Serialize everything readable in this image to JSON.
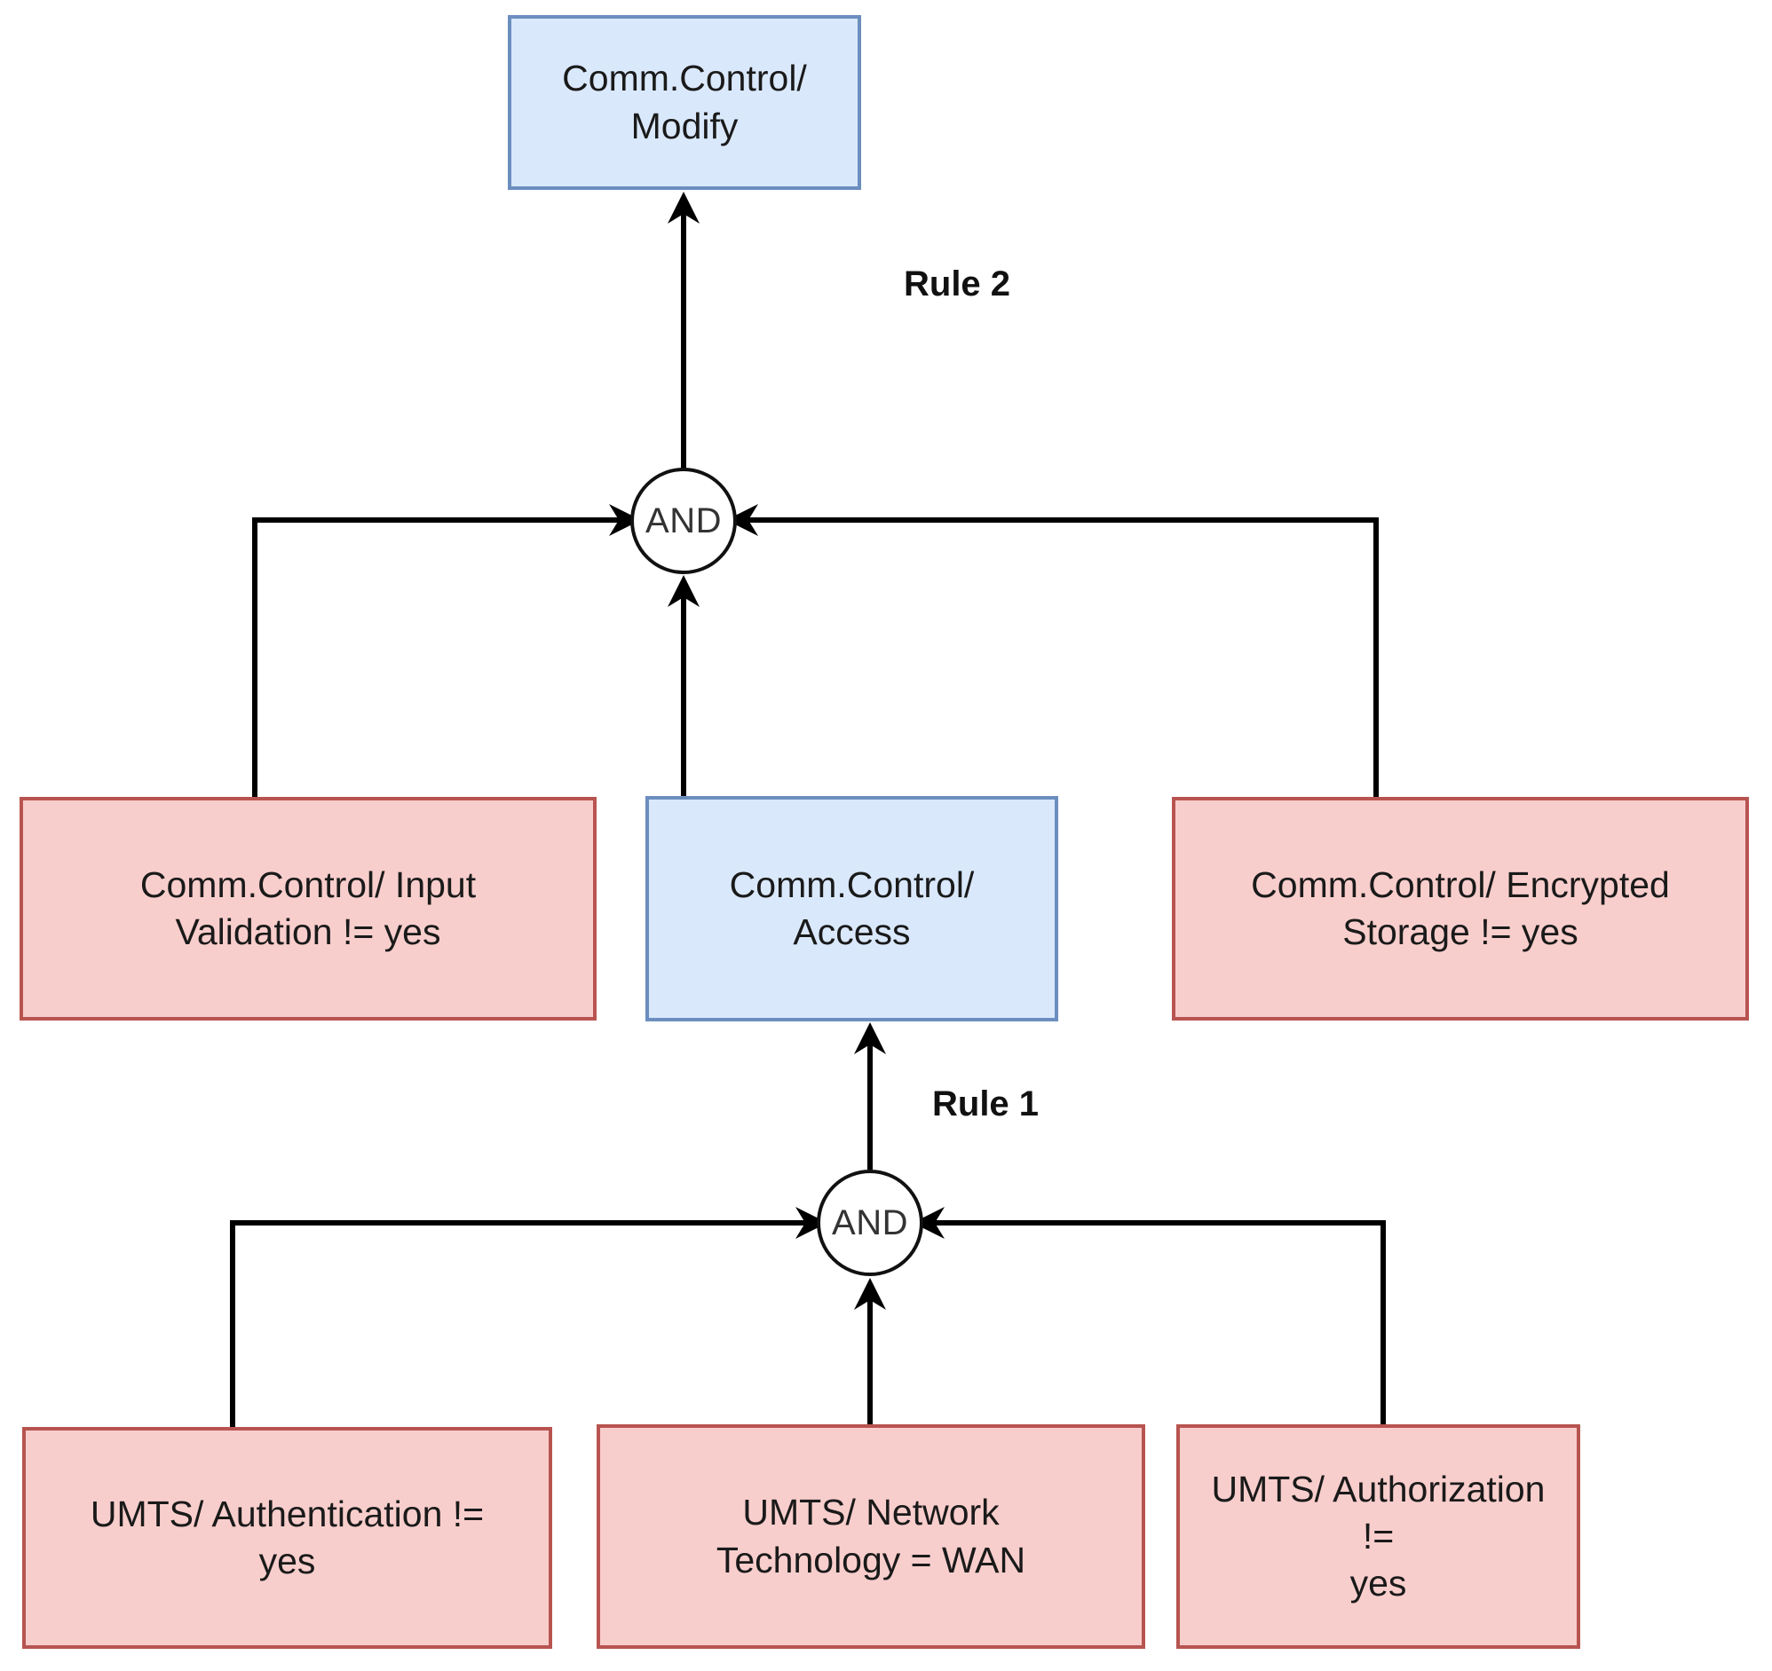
{
  "diagram": {
    "title": "Attack tree / rule propagation diagram",
    "colors": {
      "blue_fill": "#dae8fc",
      "blue_border": "#6c8ebf",
      "pink_fill": "#f8cecc",
      "pink_border": "#b85450",
      "line": "#000000"
    },
    "nodes": {
      "top_goal": "Comm.Control/\nModify",
      "mid_left": "Comm.Control/ Input\nValidation != yes",
      "mid_center": "Comm.Control/\nAccess",
      "mid_right": "Comm.Control/ Encrypted\nStorage != yes",
      "bottom_left": "UMTS/ Authentication !=\nyes",
      "bottom_center": "UMTS/ Network\nTechnology = WAN",
      "bottom_right": "UMTS/ Authorization !=\nyes"
    },
    "gates": {
      "upper": "AND",
      "lower": "AND"
    },
    "edge_labels": {
      "rule_2": "Rule 2",
      "rule_1": "Rule 1"
    }
  }
}
